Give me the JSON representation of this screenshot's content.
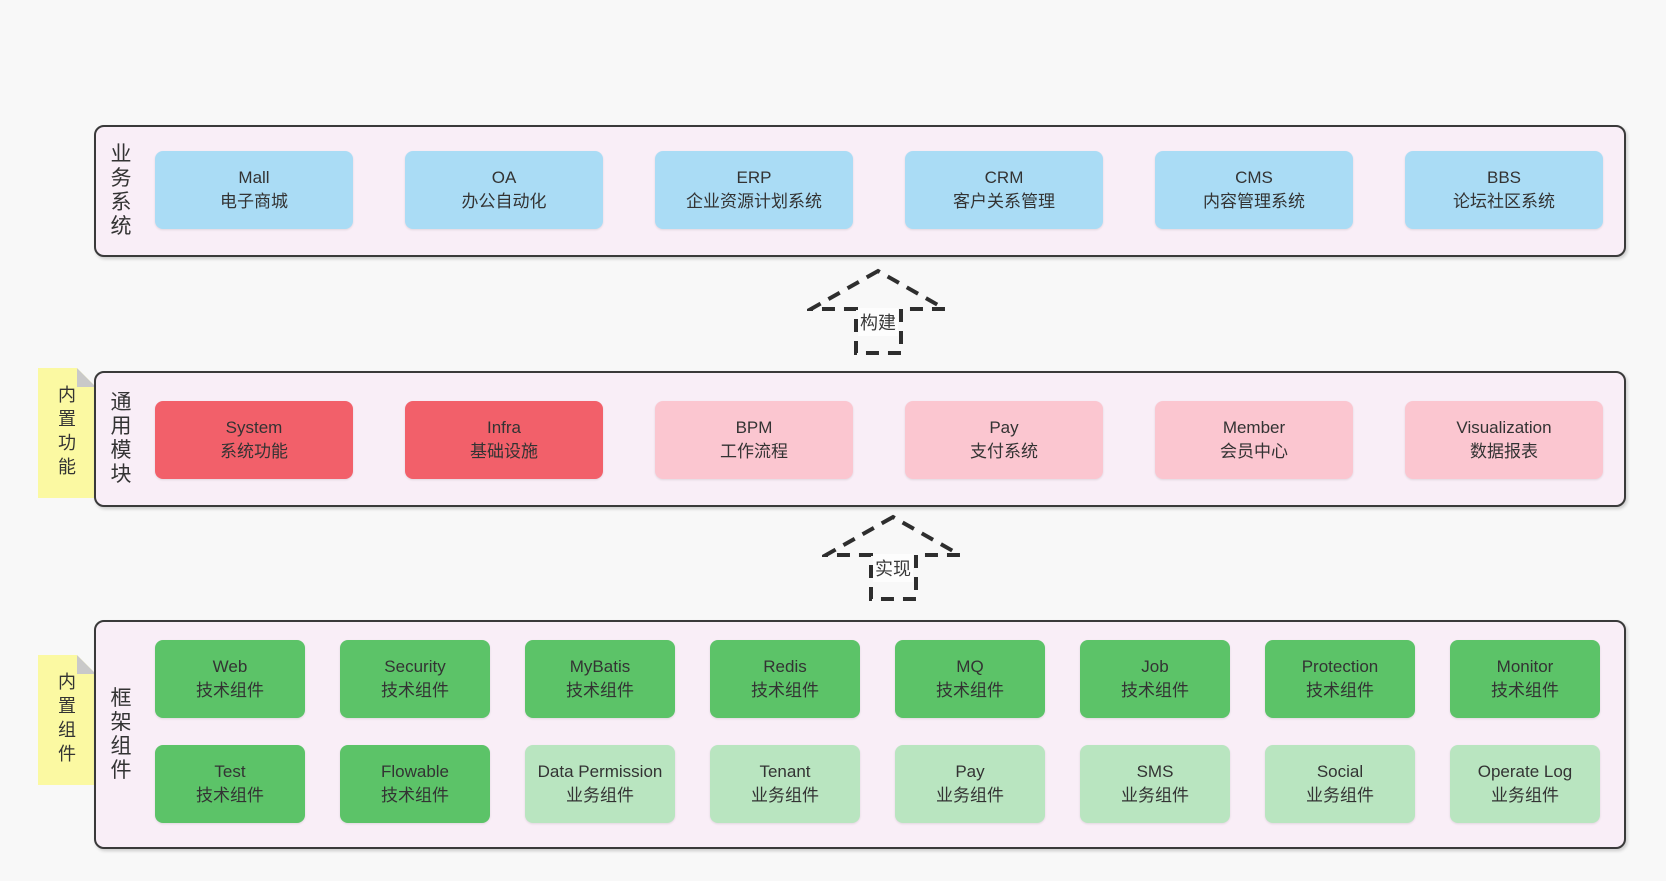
{
  "page": {
    "background": "#f8f8f8"
  },
  "layers": [
    {
      "id": "business",
      "label": "业务系统",
      "boxes": [
        {
          "title": "Mall",
          "subtitle": "电子商城",
          "variant": "blue"
        },
        {
          "title": "OA",
          "subtitle": "办公自动化",
          "variant": "blue"
        },
        {
          "title": "ERP",
          "subtitle": "企业资源计划系统",
          "variant": "blue"
        },
        {
          "title": "CRM",
          "subtitle": "客户关系管理",
          "variant": "blue"
        },
        {
          "title": "CMS",
          "subtitle": "内容管理系统",
          "variant": "blue"
        },
        {
          "title": "BBS",
          "subtitle": "论坛社区系统",
          "variant": "blue"
        }
      ]
    },
    {
      "id": "modules",
      "label": "通用模块",
      "note": "内置功能",
      "boxes": [
        {
          "title": "System",
          "subtitle": "系统功能",
          "variant": "red"
        },
        {
          "title": "Infra",
          "subtitle": "基础设施",
          "variant": "red"
        },
        {
          "title": "BPM",
          "subtitle": "工作流程",
          "variant": "pink"
        },
        {
          "title": "Pay",
          "subtitle": "支付系统",
          "variant": "pink"
        },
        {
          "title": "Member",
          "subtitle": "会员中心",
          "variant": "pink"
        },
        {
          "title": "Visualization",
          "subtitle": "数据报表",
          "variant": "pink"
        }
      ]
    },
    {
      "id": "components",
      "label": "框架组件",
      "note": "内置组件",
      "rows": [
        [
          {
            "title": "Web",
            "subtitle": "技术组件",
            "variant": "green"
          },
          {
            "title": "Security",
            "subtitle": "技术组件",
            "variant": "green"
          },
          {
            "title": "MyBatis",
            "subtitle": "技术组件",
            "variant": "green"
          },
          {
            "title": "Redis",
            "subtitle": "技术组件",
            "variant": "green"
          },
          {
            "title": "MQ",
            "subtitle": "技术组件",
            "variant": "green"
          },
          {
            "title": "Job",
            "subtitle": "技术组件",
            "variant": "green"
          },
          {
            "title": "Protection",
            "subtitle": "技术组件",
            "variant": "green"
          },
          {
            "title": "Monitor",
            "subtitle": "技术组件",
            "variant": "green"
          }
        ],
        [
          {
            "title": "Test",
            "subtitle": "技术组件",
            "variant": "green"
          },
          {
            "title": "Flowable",
            "subtitle": "技术组件",
            "variant": "green"
          },
          {
            "title": "Data Permission",
            "subtitle": "业务组件",
            "variant": "lightgreen"
          },
          {
            "title": "Tenant",
            "subtitle": "业务组件",
            "variant": "lightgreen"
          },
          {
            "title": "Pay",
            "subtitle": "业务组件",
            "variant": "lightgreen"
          },
          {
            "title": "SMS",
            "subtitle": "业务组件",
            "variant": "lightgreen"
          },
          {
            "title": "Social",
            "subtitle": "业务组件",
            "variant": "lightgreen"
          },
          {
            "title": "Operate Log",
            "subtitle": "业务组件",
            "variant": "lightgreen"
          }
        ]
      ]
    }
  ],
  "arrows": [
    {
      "label": "构建"
    },
    {
      "label": "实现"
    }
  ],
  "colors": {
    "blue": "#aadcf5",
    "red": "#f2606a",
    "pink": "#fbc6d0",
    "green": "#5cc368",
    "light_green": "#b9e5c0",
    "note_yellow": "#fbf9a2",
    "layer_background": "#f9eef7",
    "layer_border": "#3a3a3a",
    "page_background": "#f8f8f8",
    "text": "#333333"
  }
}
